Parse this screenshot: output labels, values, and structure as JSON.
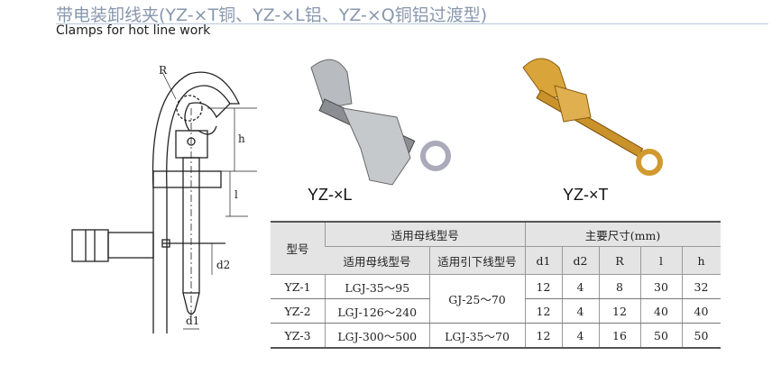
{
  "title": "带电装卸线夹(YZ-×T铜、YZ-×L铝、YZ-×Q铜铝过渡型)",
  "subtitle": "Clamps for hot line work",
  "drawing": {
    "labels": {
      "R": "R",
      "h": "h",
      "l": "l",
      "d2": "d2",
      "d1": "d1"
    }
  },
  "photos": [
    {
      "caption": "YZ-×L",
      "color": "#b8bcc0"
    },
    {
      "caption": "YZ-×T",
      "color": "#d9a53a"
    }
  ],
  "table": {
    "header": {
      "model": "型号",
      "bus_group": "适用母线型号",
      "dims_group": "主要尺寸(mm)",
      "bus": "适用母线型号",
      "down": "适用引下线型号",
      "d1": "d1",
      "d2": "d2",
      "R": "R",
      "l": "l",
      "h": "h"
    },
    "rows": [
      {
        "model": "YZ-1",
        "bus": "LGJ-35～95",
        "down": "GJ-25～70",
        "d1": "12",
        "d2": "4",
        "R": "8",
        "l": "30",
        "h": "32"
      },
      {
        "model": "YZ-2",
        "bus": "LGJ-126～240",
        "d1": "12",
        "d2": "4",
        "R": "12",
        "l": "40",
        "h": "40"
      },
      {
        "model": "YZ-3",
        "bus": "LGJ-300～500",
        "down": "LGJ-35～70",
        "d1": "12",
        "d2": "4",
        "R": "16",
        "l": "50",
        "h": "50"
      }
    ]
  }
}
